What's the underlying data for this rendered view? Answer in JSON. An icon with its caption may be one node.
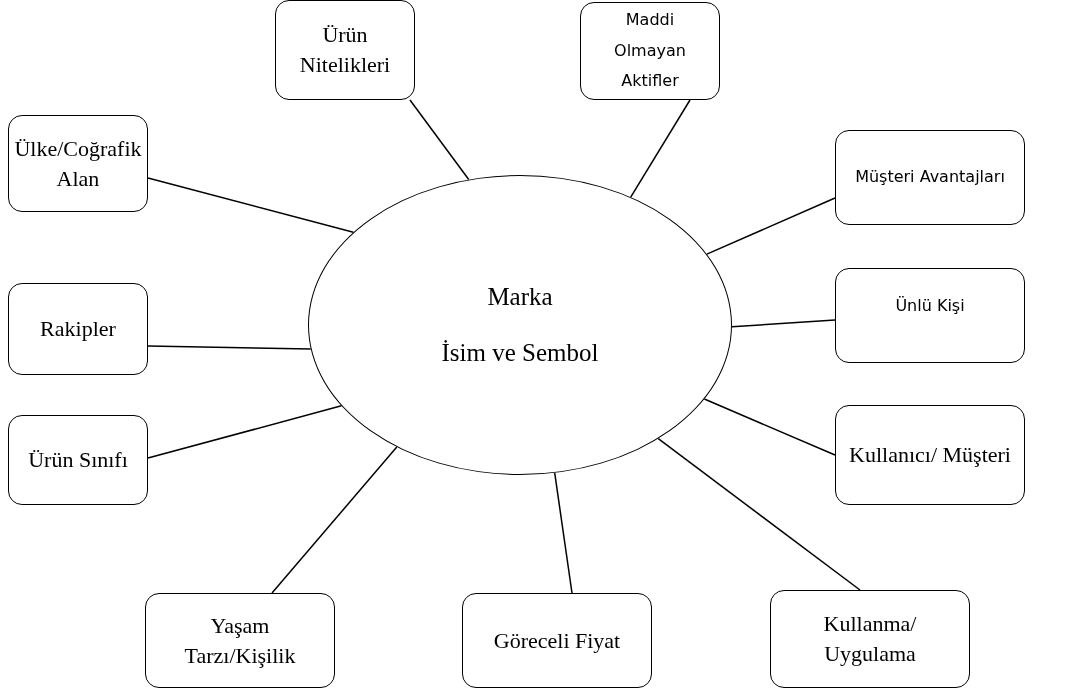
{
  "diagram": {
    "nodes": [
      {
        "text": [
          "Marka",
          "İsim ve Sembol"
        ]
      },
      {
        "text": [
          "Ürün Nitelikleri"
        ]
      },
      {
        "text": [
          "Maddi Olmayan Aktifler"
        ]
      },
      {
        "text": [
          "Ülke/Coğrafik Alan"
        ]
      },
      {
        "text": [
          "Müşteri Avantajları"
        ]
      },
      {
        "text": [
          "Rakipler"
        ]
      },
      {
        "text": [
          "Ünlü Kişi"
        ]
      },
      {
        "text": [
          "Ürün Sınıfı"
        ]
      },
      {
        "text": [
          "Kullanıcı/ Müşteri"
        ]
      },
      {
        "text": [
          "Yaşam Tarzı/Kişilik"
        ]
      },
      {
        "text": [
          "Göreceli Fiyat"
        ]
      },
      {
        "text": [
          "Kullanma/ Uygulama"
        ]
      }
    ],
    "edges": [
      {
        "from": 0,
        "to": 1,
        "arrow": "none"
      },
      {
        "from": 0,
        "to": 2,
        "arrow": "none"
      },
      {
        "from": 0,
        "to": 3,
        "arrow": "none"
      },
      {
        "from": 0,
        "to": 4,
        "arrow": "none"
      },
      {
        "from": 0,
        "to": 5,
        "arrow": "none"
      },
      {
        "from": 0,
        "to": 6,
        "arrow": "none"
      },
      {
        "from": 0,
        "to": 7,
        "arrow": "none"
      },
      {
        "from": 0,
        "to": 8,
        "arrow": "none"
      },
      {
        "from": 0,
        "to": 9,
        "arrow": "none"
      },
      {
        "from": 0,
        "to": 10,
        "arrow": "none"
      },
      {
        "from": 0,
        "to": 11,
        "arrow": "none"
      }
    ]
  }
}
